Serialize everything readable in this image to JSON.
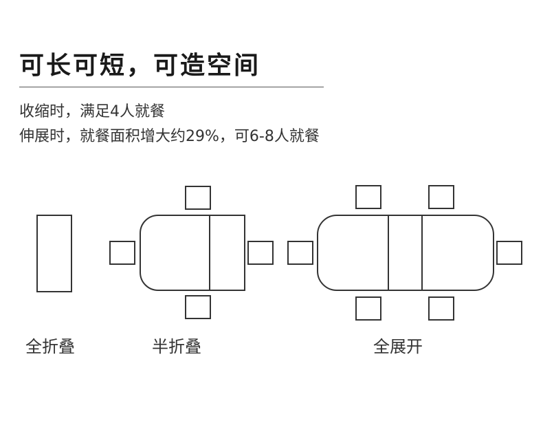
{
  "header": {
    "title": "可长可短，可造空间",
    "line1": "收缩时，满足4人就餐",
    "line2": "伸展时，就餐面积增大约29%，可6-8人就餐"
  },
  "captions": {
    "full_fold": "全折叠",
    "half_fold": "半折叠",
    "full_extend": "全展开"
  },
  "colors": {
    "stroke": "#333333",
    "text": "#333333"
  }
}
